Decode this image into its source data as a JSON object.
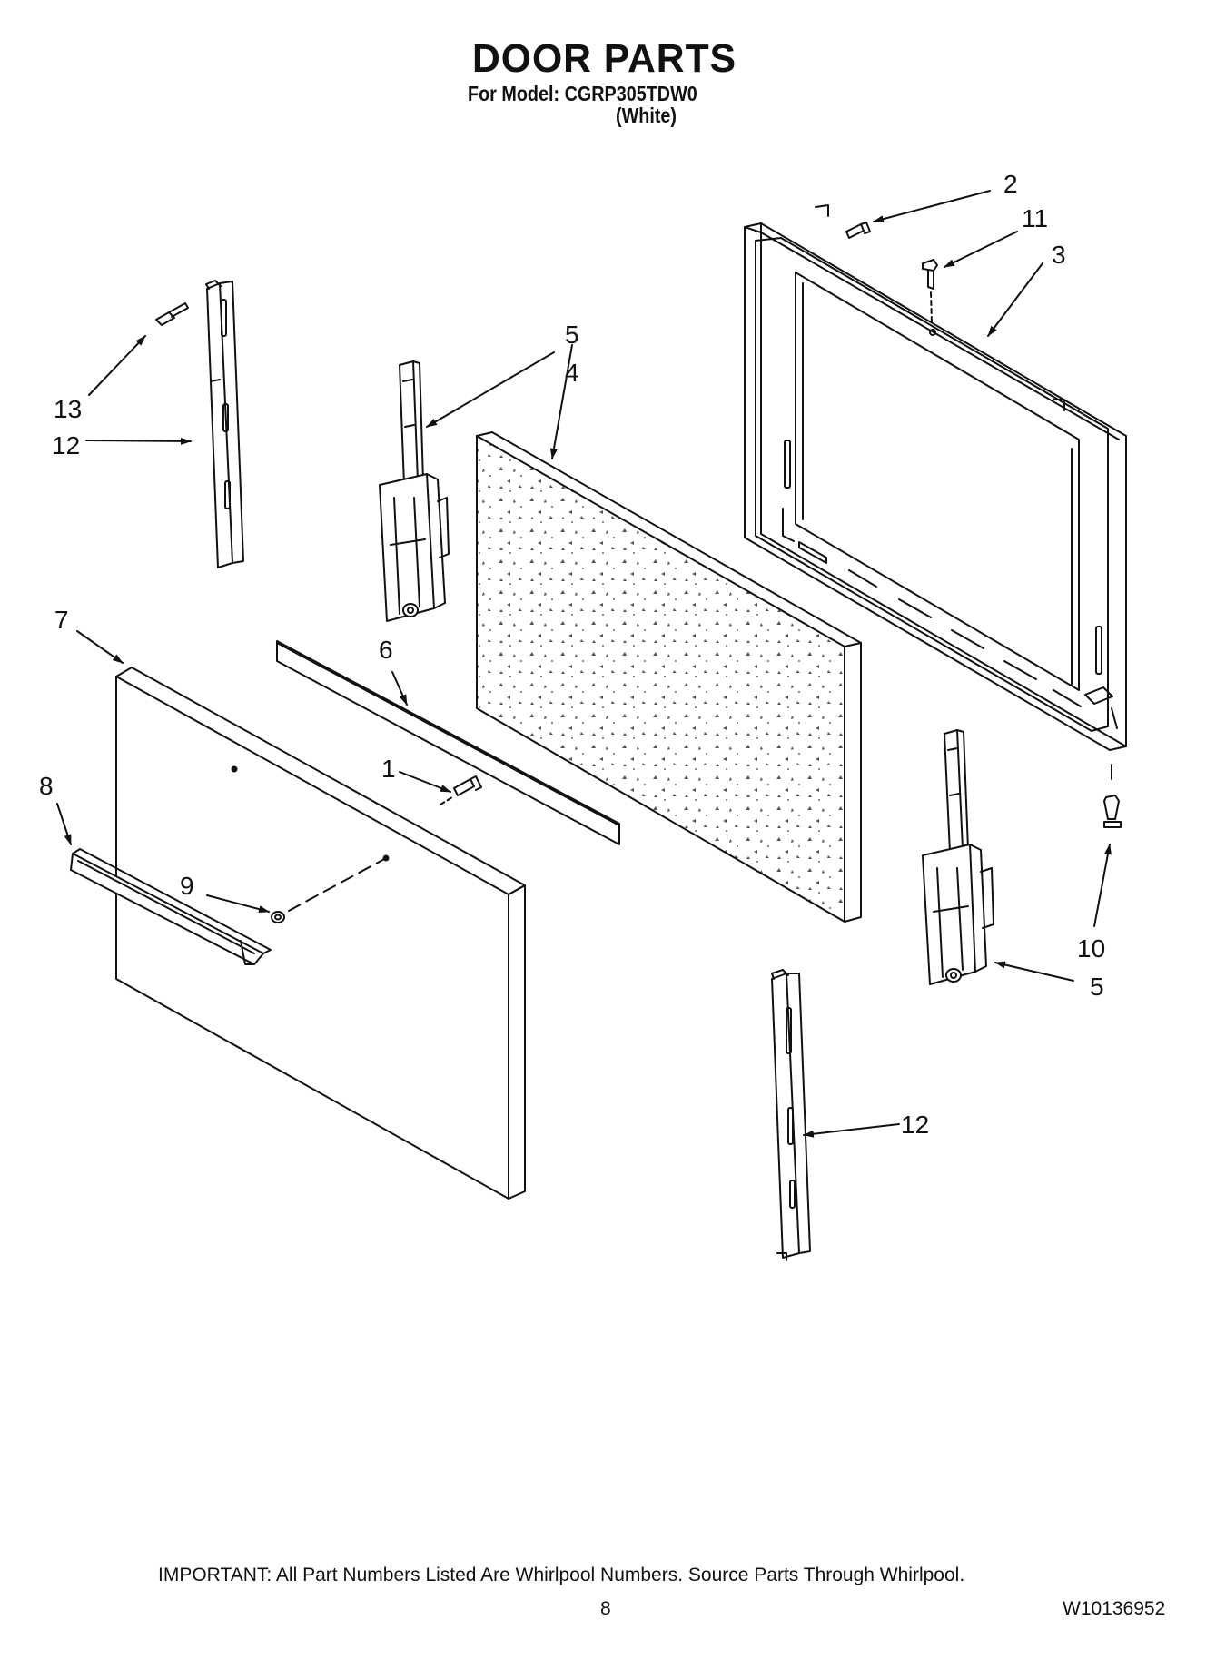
{
  "header": {
    "title": "DOOR PARTS",
    "model_line": "For Model: CGRP305TDW0",
    "color_line": "(White)"
  },
  "diagram": {
    "parts": [
      {
        "label": "1",
        "name": "door-screw"
      },
      {
        "label": "2",
        "name": "frame-top-screw"
      },
      {
        "label": "3",
        "name": "inner-door-frame"
      },
      {
        "label": "4",
        "name": "door-insulation"
      },
      {
        "label": "5",
        "name": "door-hinge-left"
      },
      {
        "label": "5",
        "name": "door-hinge-right"
      },
      {
        "label": "6",
        "name": "door-gasket-strip"
      },
      {
        "label": "7",
        "name": "outer-door-panel"
      },
      {
        "label": "8",
        "name": "door-handle-trim"
      },
      {
        "label": "9",
        "name": "trim-nut"
      },
      {
        "label": "10",
        "name": "frame-bottom-screw"
      },
      {
        "label": "11",
        "name": "frame-screw"
      },
      {
        "label": "12",
        "name": "side-channel-left"
      },
      {
        "label": "12",
        "name": "side-channel-right"
      },
      {
        "label": "13",
        "name": "side-channel-screw"
      }
    ]
  },
  "footer": {
    "important_note": "IMPORTANT: All Part Numbers Listed Are Whirlpool Numbers. Source Parts Through Whirlpool.",
    "page_number": "8",
    "document_number": "W10136952"
  }
}
